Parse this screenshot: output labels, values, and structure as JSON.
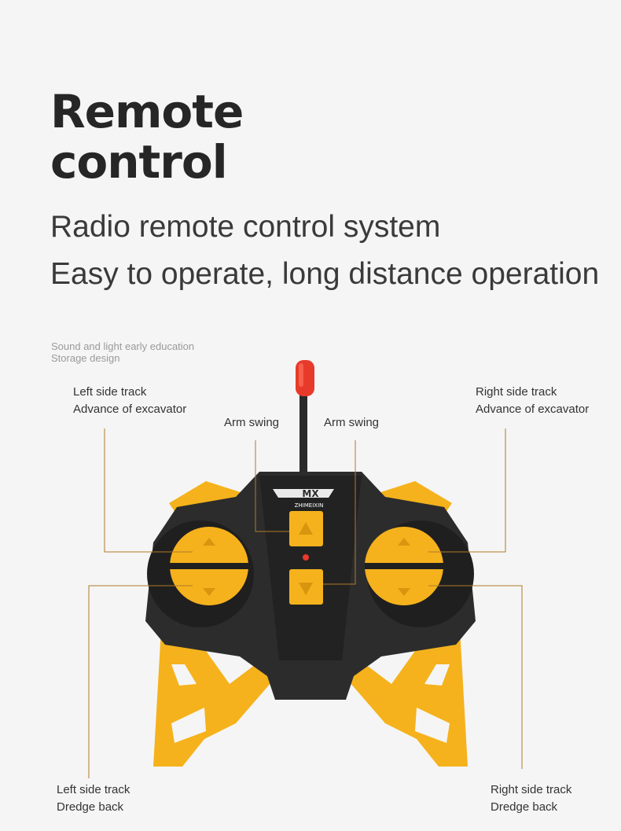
{
  "title": {
    "line1": "Remote",
    "line2": "control"
  },
  "subtitle": {
    "line1": "Radio remote control system",
    "line2": "Easy to operate, long distance operation"
  },
  "note": {
    "line1": "Sound and light early education",
    "line2": "Storage design"
  },
  "labels": {
    "left_top": {
      "line1": "Left side track",
      "line2": "Advance of excavator"
    },
    "right_top": {
      "line1": "Right side track",
      "line2": "Advance of excavator"
    },
    "arm_left": "Arm swing",
    "arm_right": "Arm swing",
    "left_bottom": {
      "line1": "Left side track",
      "line2": "Dredge back"
    },
    "right_bottom": {
      "line1": "Right side track",
      "line2": "Dredge back"
    }
  },
  "logo": {
    "mark": "MX",
    "brand": "ZHIMEIXIN"
  },
  "colors": {
    "body": "#2c2c2c",
    "accent": "#f5b21c",
    "accent_dark": "#d8950e",
    "antenna_tip": "#e83a2a",
    "leader_line": "#b07a28"
  }
}
